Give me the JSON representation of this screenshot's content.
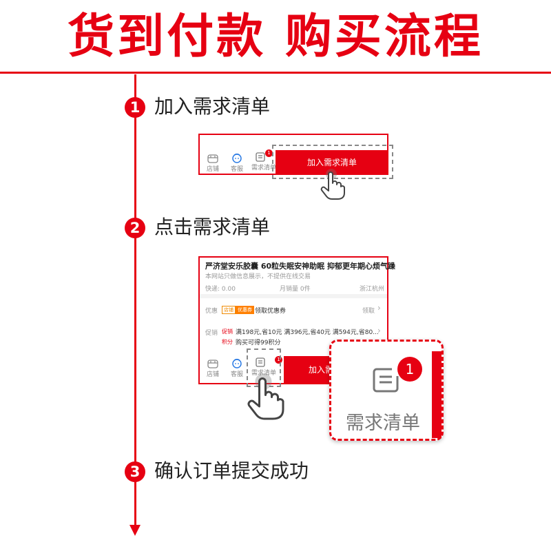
{
  "title": "货到付款 购买流程",
  "colors": {
    "accent": "#e60012",
    "badge": "#e60012",
    "icon_gray": "#777777"
  },
  "steps": [
    {
      "number": "1",
      "label": "加入需求清单"
    },
    {
      "number": "2",
      "label": "点击需求清单"
    },
    {
      "number": "3",
      "label": "确认订单提交成功"
    }
  ],
  "bottom_bar": {
    "shop_label": "店铺",
    "service_label": "客服",
    "demand_list_label": "需求清单",
    "badge_count": "1",
    "add_button_label": "加入需求清单",
    "add_button_label_partial": "加入需"
  },
  "product": {
    "name": "严济堂安乐胶囊 60粒失眠安神助眠 抑郁更年期心烦气躁",
    "notice": "本网站只做信息展示，不提供在线交易",
    "shipping": "快递: 0.00",
    "monthly_sales": "月销量 0件",
    "location": "浙江杭州",
    "coupon": {
      "label": "优惠",
      "tag_shop": "店铺",
      "tag_coupon": "优惠券",
      "text": "领取优惠券",
      "action": "领取"
    },
    "promo": {
      "label": "促销",
      "tag_discount": "促销",
      "discount_text": "满198元,省10元 满396元,省40元 满594元,省80...",
      "tag_points": "积分",
      "points_text": "购买可得99积分"
    }
  },
  "zoom": {
    "badge_count": "1",
    "label": "需求清单"
  },
  "icons": [
    "shop-icon",
    "service-icon",
    "demand-list-icon",
    "pointer-hand-icon"
  ]
}
